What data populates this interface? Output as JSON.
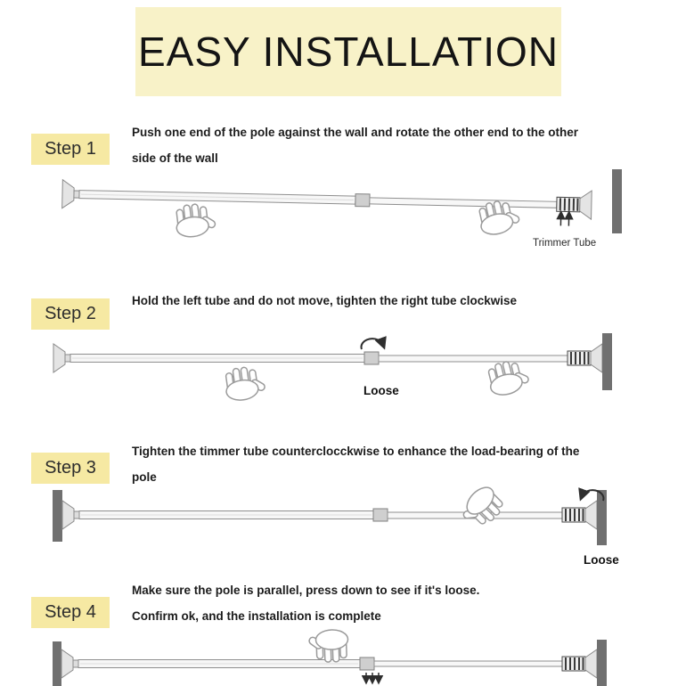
{
  "title": "EASY INSTALLATION",
  "steps": [
    {
      "label": "Step 1",
      "lines": [
        "Push one end of the pole against the wall and rotate the other end to the other",
        "side of the wall"
      ],
      "annotation": "Trimmer Tube"
    },
    {
      "label": "Step 2",
      "lines": [
        "Hold the left tube and do not move, tighten the right tube clockwise"
      ],
      "annotation": "Loose"
    },
    {
      "label": "Step 3",
      "lines": [
        "Tighten the timmer tube counterclocckwise to enhance the load-bearing of the",
        "pole"
      ],
      "annotation": "Loose"
    },
    {
      "label": "Step 4",
      "lines": [
        "Make sure the pole is parallel, press down to see if it's loose.",
        "Confirm ok, and the installation is complete"
      ],
      "annotation": ""
    }
  ],
  "colors": {
    "banner_bg": "#f8f2c8",
    "step_label_bg": "#f6e9a3",
    "text": "#1b1b1b",
    "wall": "#707070"
  }
}
